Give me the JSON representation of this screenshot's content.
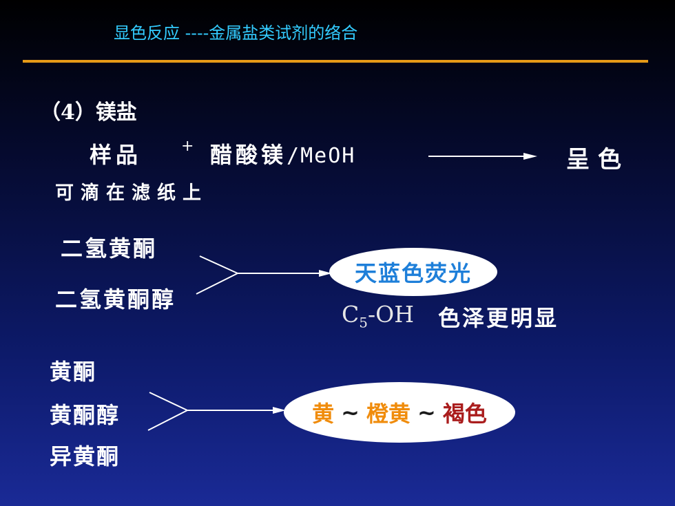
{
  "header": {
    "title": "显色反应 ----金属盐类试剂的络合"
  },
  "section": {
    "heading": "（4）镁盐",
    "equation": {
      "sample": "样品",
      "plus": "+",
      "reagent_cn": "醋酸镁",
      "reagent_latin": "/MeOH",
      "result": "呈色"
    },
    "note": "可滴在滤纸上"
  },
  "group1": {
    "items": [
      "二氢黄酮",
      "二氢黄酮醇"
    ],
    "result": "天蓝色荧光",
    "c5_main": "C",
    "c5_sub": "5",
    "c5_rest": "-OH",
    "c5_note": "色泽更明显"
  },
  "group2": {
    "items": [
      "黄酮",
      "黄酮醇",
      "异黄酮"
    ],
    "result_parts": [
      "黄",
      "~",
      "橙黄",
      "~",
      "褐色"
    ]
  },
  "colors": {
    "title": "#33ccff",
    "rule": "#e69a17",
    "blue_fluorescence": "#1e7fd9",
    "orange": "#f08c0c",
    "brown": "#aa1d1d"
  }
}
